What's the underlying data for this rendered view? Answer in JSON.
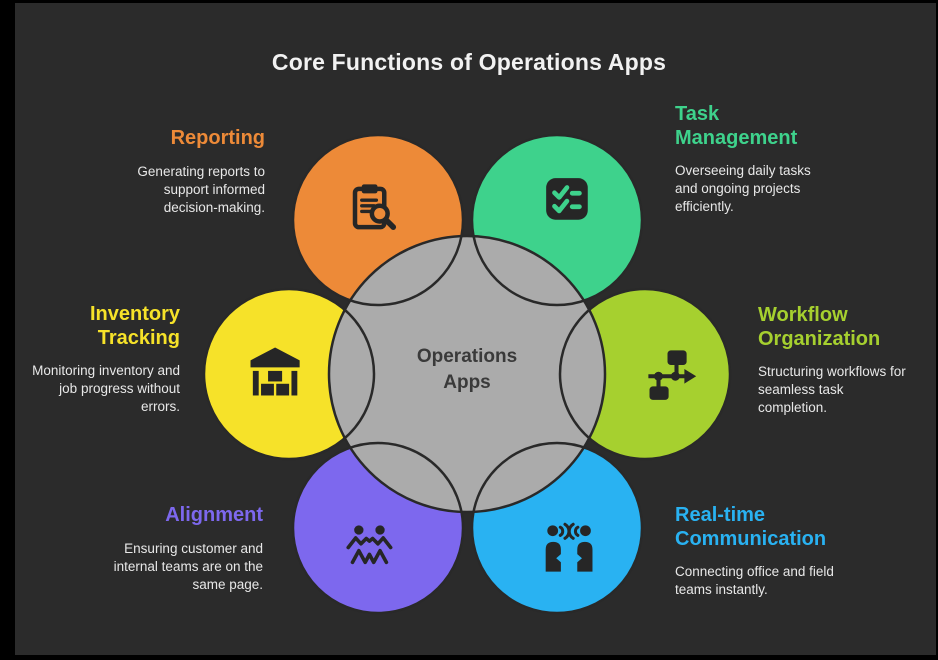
{
  "title": "Core Functions of Operations Apps",
  "canvas": {
    "background": "#2b2b2b",
    "frame_color": "#000000"
  },
  "center": {
    "label": "Operations Apps",
    "circle_color": "#ababab",
    "text_color": "#3a3a3a",
    "outline_color": "#292929"
  },
  "icon_color": "#262626",
  "functions": [
    {
      "id": "reporting",
      "title": "Reporting",
      "description": "Generating reports to support informed decision-making.",
      "color": "#ed8a38",
      "icon": "clipboard-search-icon",
      "position": "top-left"
    },
    {
      "id": "task-management",
      "title": "Task Management",
      "description": "Overseeing daily tasks and ongoing projects efficiently.",
      "color": "#3ed28c",
      "icon": "checklist-icon",
      "position": "top-right"
    },
    {
      "id": "inventory-tracking",
      "title": "Inventory Tracking",
      "description": "Monitoring inventory and job progress without errors.",
      "color": "#f6e229",
      "icon": "warehouse-icon",
      "position": "middle-left"
    },
    {
      "id": "workflow-organization",
      "title": "Workflow Organization",
      "description": "Structuring workflows for seamless task completion.",
      "color": "#a6d02f",
      "icon": "flowchart-icon",
      "position": "middle-right"
    },
    {
      "id": "alignment",
      "title": "Alignment",
      "description": "Ensuring customer and internal teams are on the same page.",
      "color": "#7d68ee",
      "icon": "people-holding-hands-icon",
      "position": "bottom-left"
    },
    {
      "id": "real-time-communication",
      "title": "Real-time Communication",
      "description": "Connecting office and field teams instantly.",
      "color": "#29b2f2",
      "icon": "people-talking-icon",
      "position": "bottom-right"
    }
  ]
}
